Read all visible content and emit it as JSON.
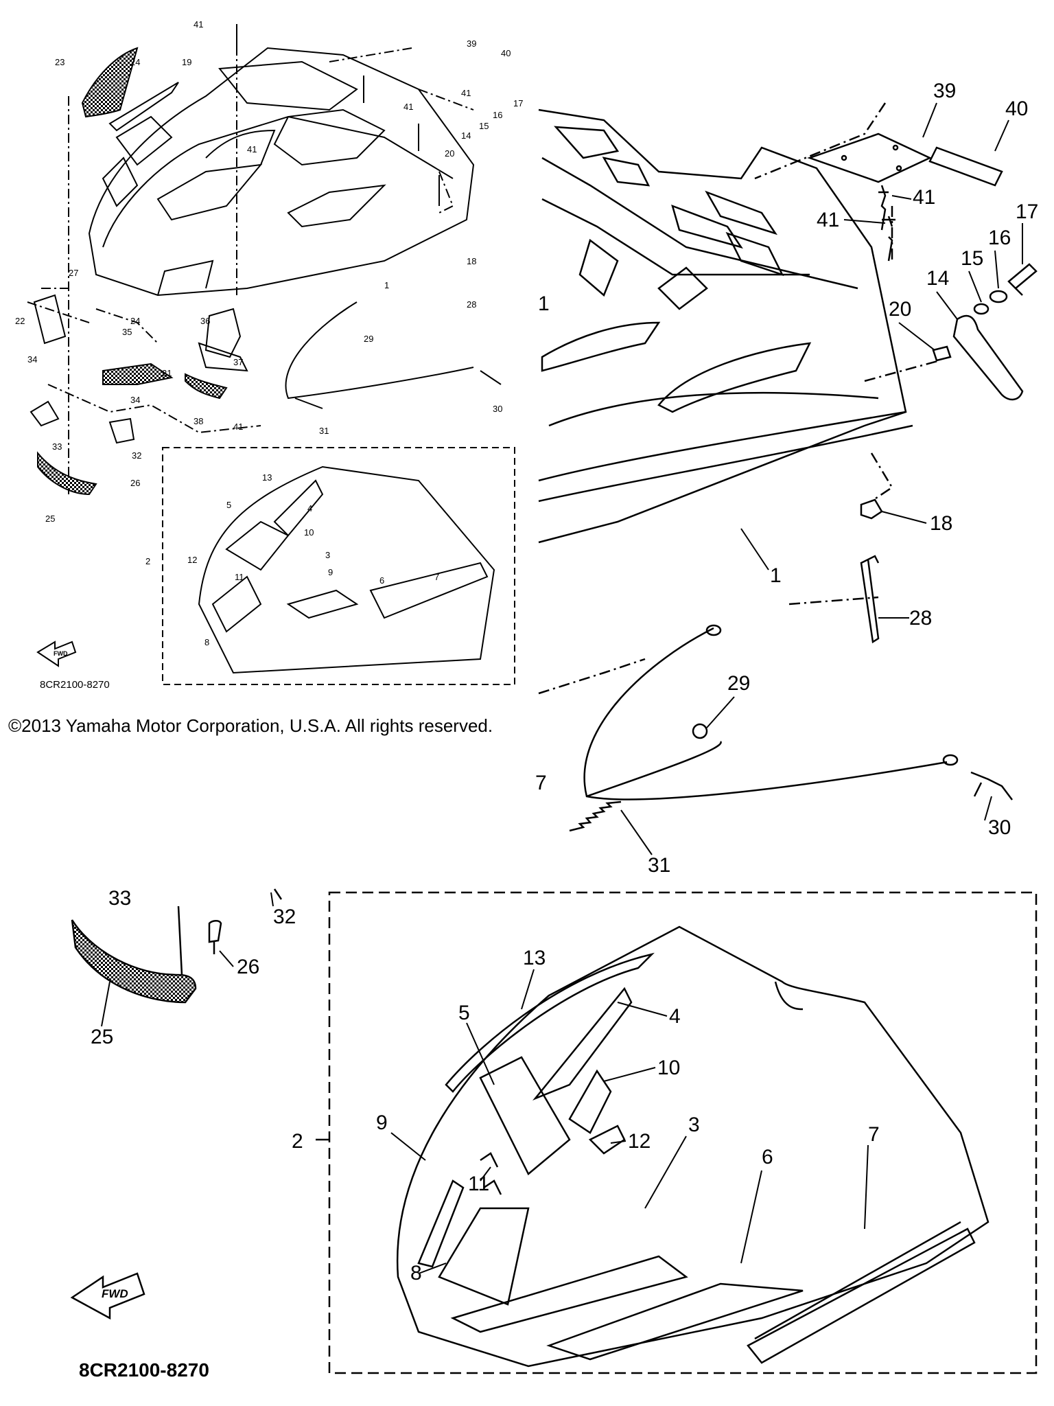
{
  "copyright": "©2013 Yamaha Motor Corporation, U.S.A. All rights reserved.",
  "diagram_code": "8CR2100-8270",
  "fwd_label": "FWD",
  "group_label": "2",
  "overview_labels": [
    "41",
    "23",
    "24",
    "19",
    "39",
    "40",
    "41",
    "41",
    "17",
    "16",
    "15",
    "14",
    "20",
    "41",
    "18",
    "1",
    "28",
    "27",
    "22",
    "24",
    "35",
    "36",
    "29",
    "34",
    "21",
    "37",
    "38",
    "41",
    "30",
    "33",
    "34",
    "32",
    "31",
    "26",
    "25",
    "13",
    "5",
    "4",
    "10",
    "12",
    "3",
    "9",
    "11",
    "6",
    "7",
    "8",
    "2"
  ],
  "detail_labels": {
    "l39": "39",
    "l40": "40",
    "l41a": "41",
    "l41b": "41",
    "l17": "17",
    "l16": "16",
    "l15": "15",
    "l14": "14",
    "l20": "20",
    "l18": "18",
    "l1": "1",
    "l1cut": "1",
    "l28": "28",
    "l29": "29",
    "l7cut": "7",
    "l30": "30",
    "l31": "31",
    "l33": "33",
    "l32": "32",
    "l26": "26",
    "l25": "25",
    "l13": "13",
    "l5": "5",
    "l4": "4",
    "l10": "10",
    "l9": "9",
    "l12": "12",
    "l3": "3",
    "l11": "11",
    "l6": "6",
    "l7": "7",
    "l8": "8"
  }
}
